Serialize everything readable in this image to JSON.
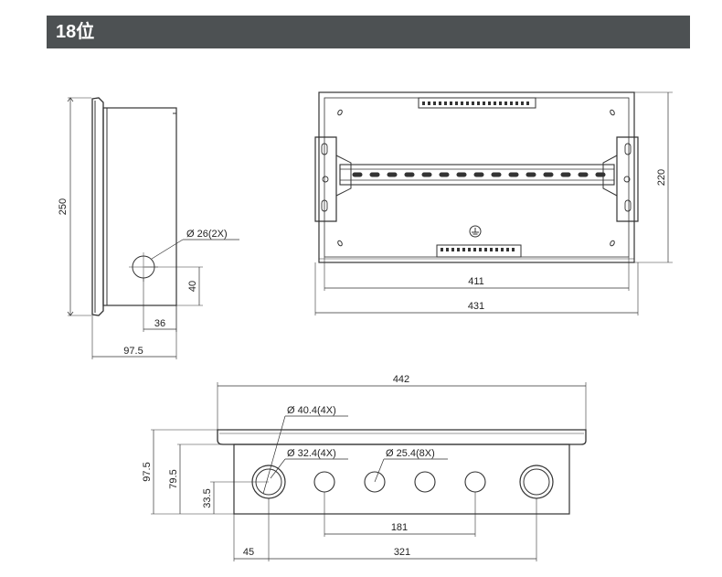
{
  "title": "18位",
  "colors": {
    "title_bg": "#4d5153",
    "title_text": "#ffffff",
    "line": "#333333"
  },
  "side_view": {
    "height": "250",
    "hole": "Ø 26(2X)",
    "hole_height": "40",
    "hole_offset": "36",
    "depth": "97.5"
  },
  "front_view": {
    "height": "220",
    "inner_width": "411",
    "outer_width": "431"
  },
  "bottom_view": {
    "width": "442",
    "depth": "97.5",
    "body_depth": "79.5",
    "hole_height": "33.5",
    "hole_large": "Ø 40.4(4X)",
    "hole_medium": "Ø 32.4(4X)",
    "hole_small": "Ø 25.4(8X)",
    "spacing_inner": "181",
    "offset_left": "45",
    "spacing_outer": "321"
  }
}
